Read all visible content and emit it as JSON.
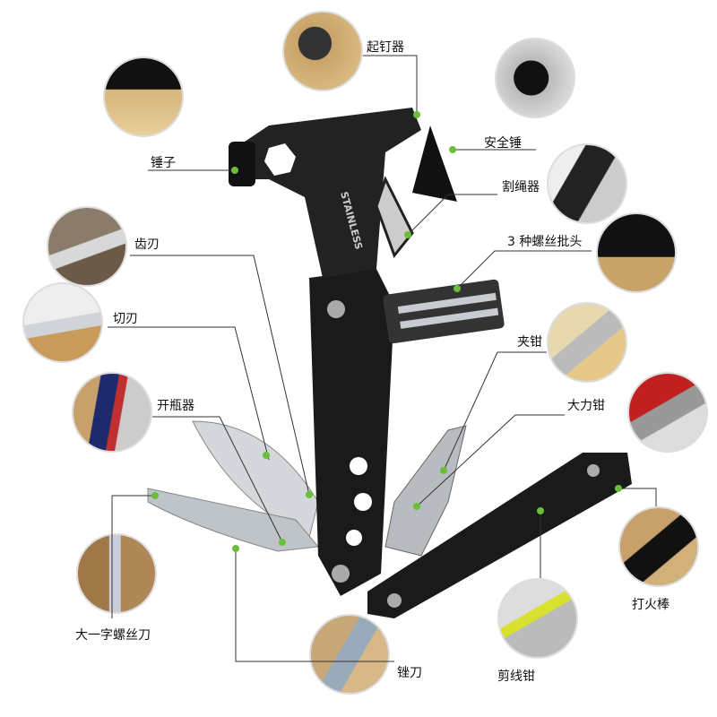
{
  "labels": {
    "nail_puller": "起钉器",
    "hammer": "锤子",
    "safety_hammer": "安全锤",
    "rope_cutter": "割绳器",
    "serrated_blade": "齿刃",
    "screwdriver_bits": "3 种螺丝批头",
    "straight_blade": "切刃",
    "pliers": "夹钳",
    "bottle_opener": "开瓶器",
    "locking_pliers": "大力钳",
    "flat_screwdriver": "大一字螺丝刀",
    "fire_starter": "打火棒",
    "wire_cutter": "剪线钳",
    "file": "锉刀"
  },
  "engraving": "STAINLESS",
  "colors": {
    "accent": "#6abf3a",
    "tool_black": "#1a1a1a",
    "steel": "#c8ccd0",
    "line": "#333333"
  }
}
